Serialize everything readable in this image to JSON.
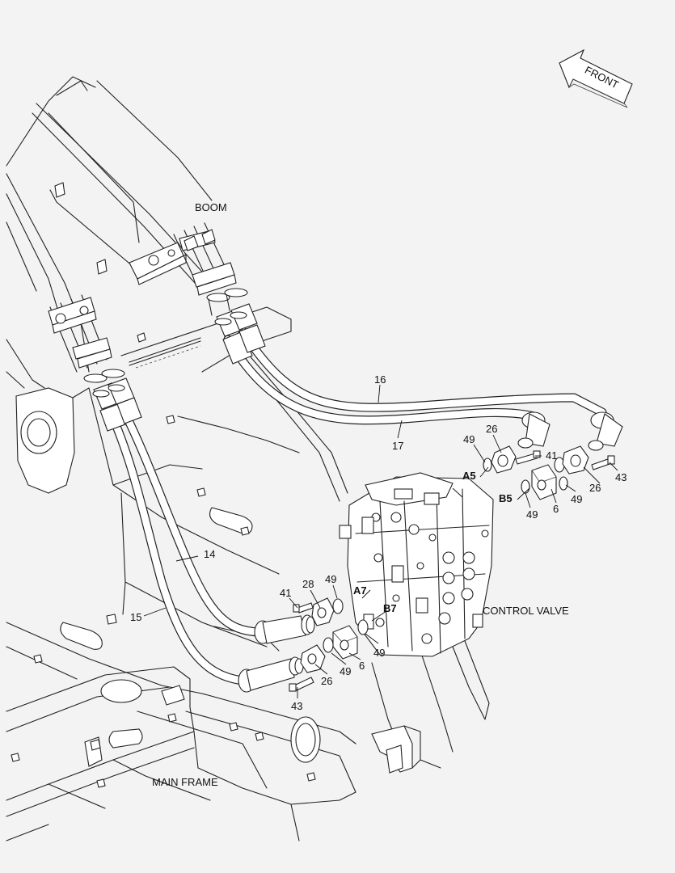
{
  "direction": {
    "label": "FRONT"
  },
  "assemblies": {
    "boom": "BOOM",
    "control_valve": "CONTROL VALVE",
    "main_frame": "MAIN FRAME"
  },
  "ports": {
    "a5": "A5",
    "b5": "B5",
    "a7": "A7",
    "b7": "B7"
  },
  "callouts": {
    "hose_16": "16",
    "hose_17": "17",
    "hose_14": "14",
    "hose_15": "15",
    "a5_oring": "49",
    "a5_flange": "26",
    "a5_bolt": "41",
    "a5_half_flange": "26",
    "a5_bolt_long": "43",
    "b5_oring": "49",
    "b5_block": "6",
    "b5_oring_2": "49",
    "a7_bolt": "41",
    "a7_flange": "28",
    "a7_oring": "49",
    "b7_oring": "49",
    "b7_block": "6",
    "b7_oring_2": "49",
    "b7_flange": "26",
    "b7_bolt": "43"
  }
}
